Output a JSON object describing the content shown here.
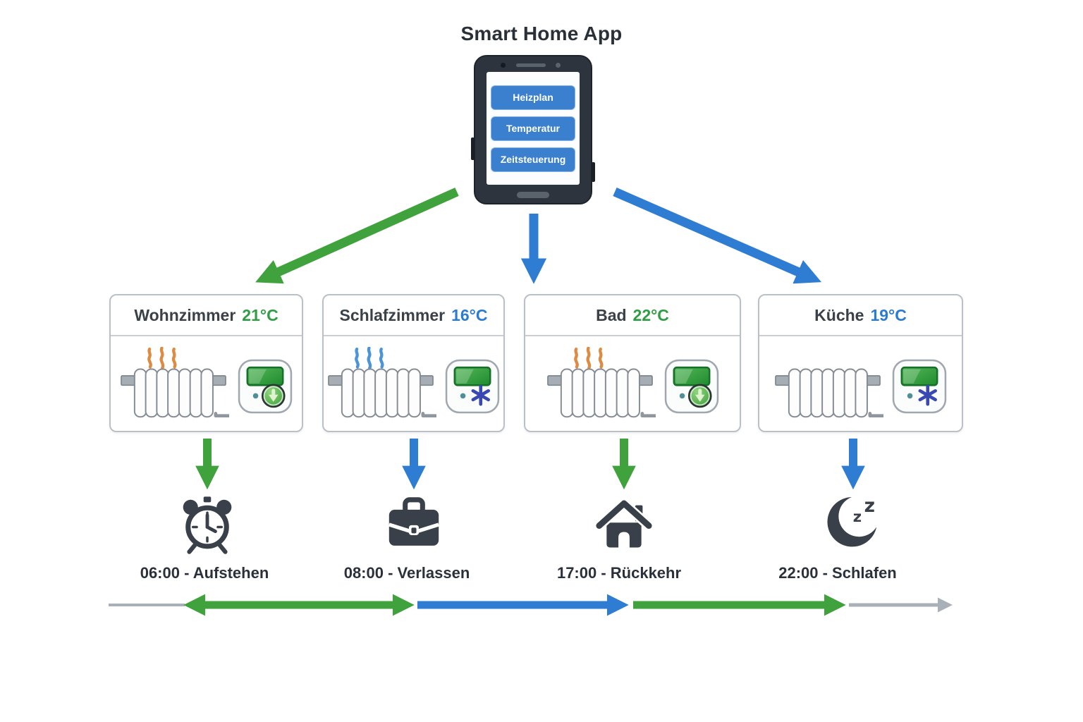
{
  "title": "Smart Home App",
  "phone": {
    "buttons": [
      "Heizplan",
      "Temperatur",
      "Zeitsteuerung"
    ]
  },
  "rooms": [
    {
      "name": "Wohnzimmer",
      "temp": "21°C",
      "temp_color": "#2f9e43",
      "heat_waves": "warm",
      "thermostat_badge": "lower-temp-green-arrow",
      "down_arrow_color": "#3fa23c"
    },
    {
      "name": "Schlafzimmer",
      "temp": "16°C",
      "temp_color": "#2b7bd3",
      "heat_waves": "cool",
      "thermostat_badge": "frost-blue-snowflake",
      "down_arrow_color": "#2e7dd2"
    },
    {
      "name": "Bad",
      "temp": "22°C",
      "temp_color": "#2f9e43",
      "heat_waves": "warm",
      "thermostat_badge": "lower-temp-green-arrow",
      "down_arrow_color": "#3fa23c"
    },
    {
      "name": "Küche",
      "temp": "19°C",
      "temp_color": "#2b7bd3",
      "heat_waves": "none",
      "thermostat_badge": "frost-blue-snowflake",
      "down_arrow_color": "#2e7dd2"
    }
  ],
  "schedule": [
    {
      "icon": "alarm-clock-icon",
      "label": "06:00 - Aufstehen"
    },
    {
      "icon": "briefcase-icon",
      "label": "08:00 - Verlassen"
    },
    {
      "icon": "house-icon",
      "label": "17:00 - Rückkehr"
    },
    {
      "icon": "moon-sleep-icon",
      "label": "22:00 - Schlafen"
    }
  ],
  "timeline": {
    "segments": [
      {
        "color": "#a9b0b7",
        "style": "thin-line",
        "from": "",
        "to": "06:00"
      },
      {
        "color": "#3fa23c",
        "style": "double-headed-arrow",
        "from": "06:00",
        "to": "08:00"
      },
      {
        "color": "#2e7dd2",
        "style": "arrow-right",
        "from": "08:00",
        "to": "17:00"
      },
      {
        "color": "#3fa23c",
        "style": "arrow-right",
        "from": "17:00",
        "to": "22:00"
      },
      {
        "color": "#a9b0b7",
        "style": "thin-arrow-right",
        "from": "22:00",
        "to": ""
      }
    ]
  },
  "colors": {
    "green": "#3fa23c",
    "blue": "#2e7dd2",
    "warm_wave_orange": "#dd8b42",
    "cool_wave_blue": "#4b94d8",
    "temp_warm_green": "#2f9e43",
    "temp_cool_blue": "#2b7bd3",
    "phone_button_blue": "#3b80cf",
    "icon_dark": "#394049",
    "timeline_gray": "#a9b0b7",
    "thermostat_display_green": "#2f9e3a",
    "snowflake_indigo": "#3a48b4"
  }
}
